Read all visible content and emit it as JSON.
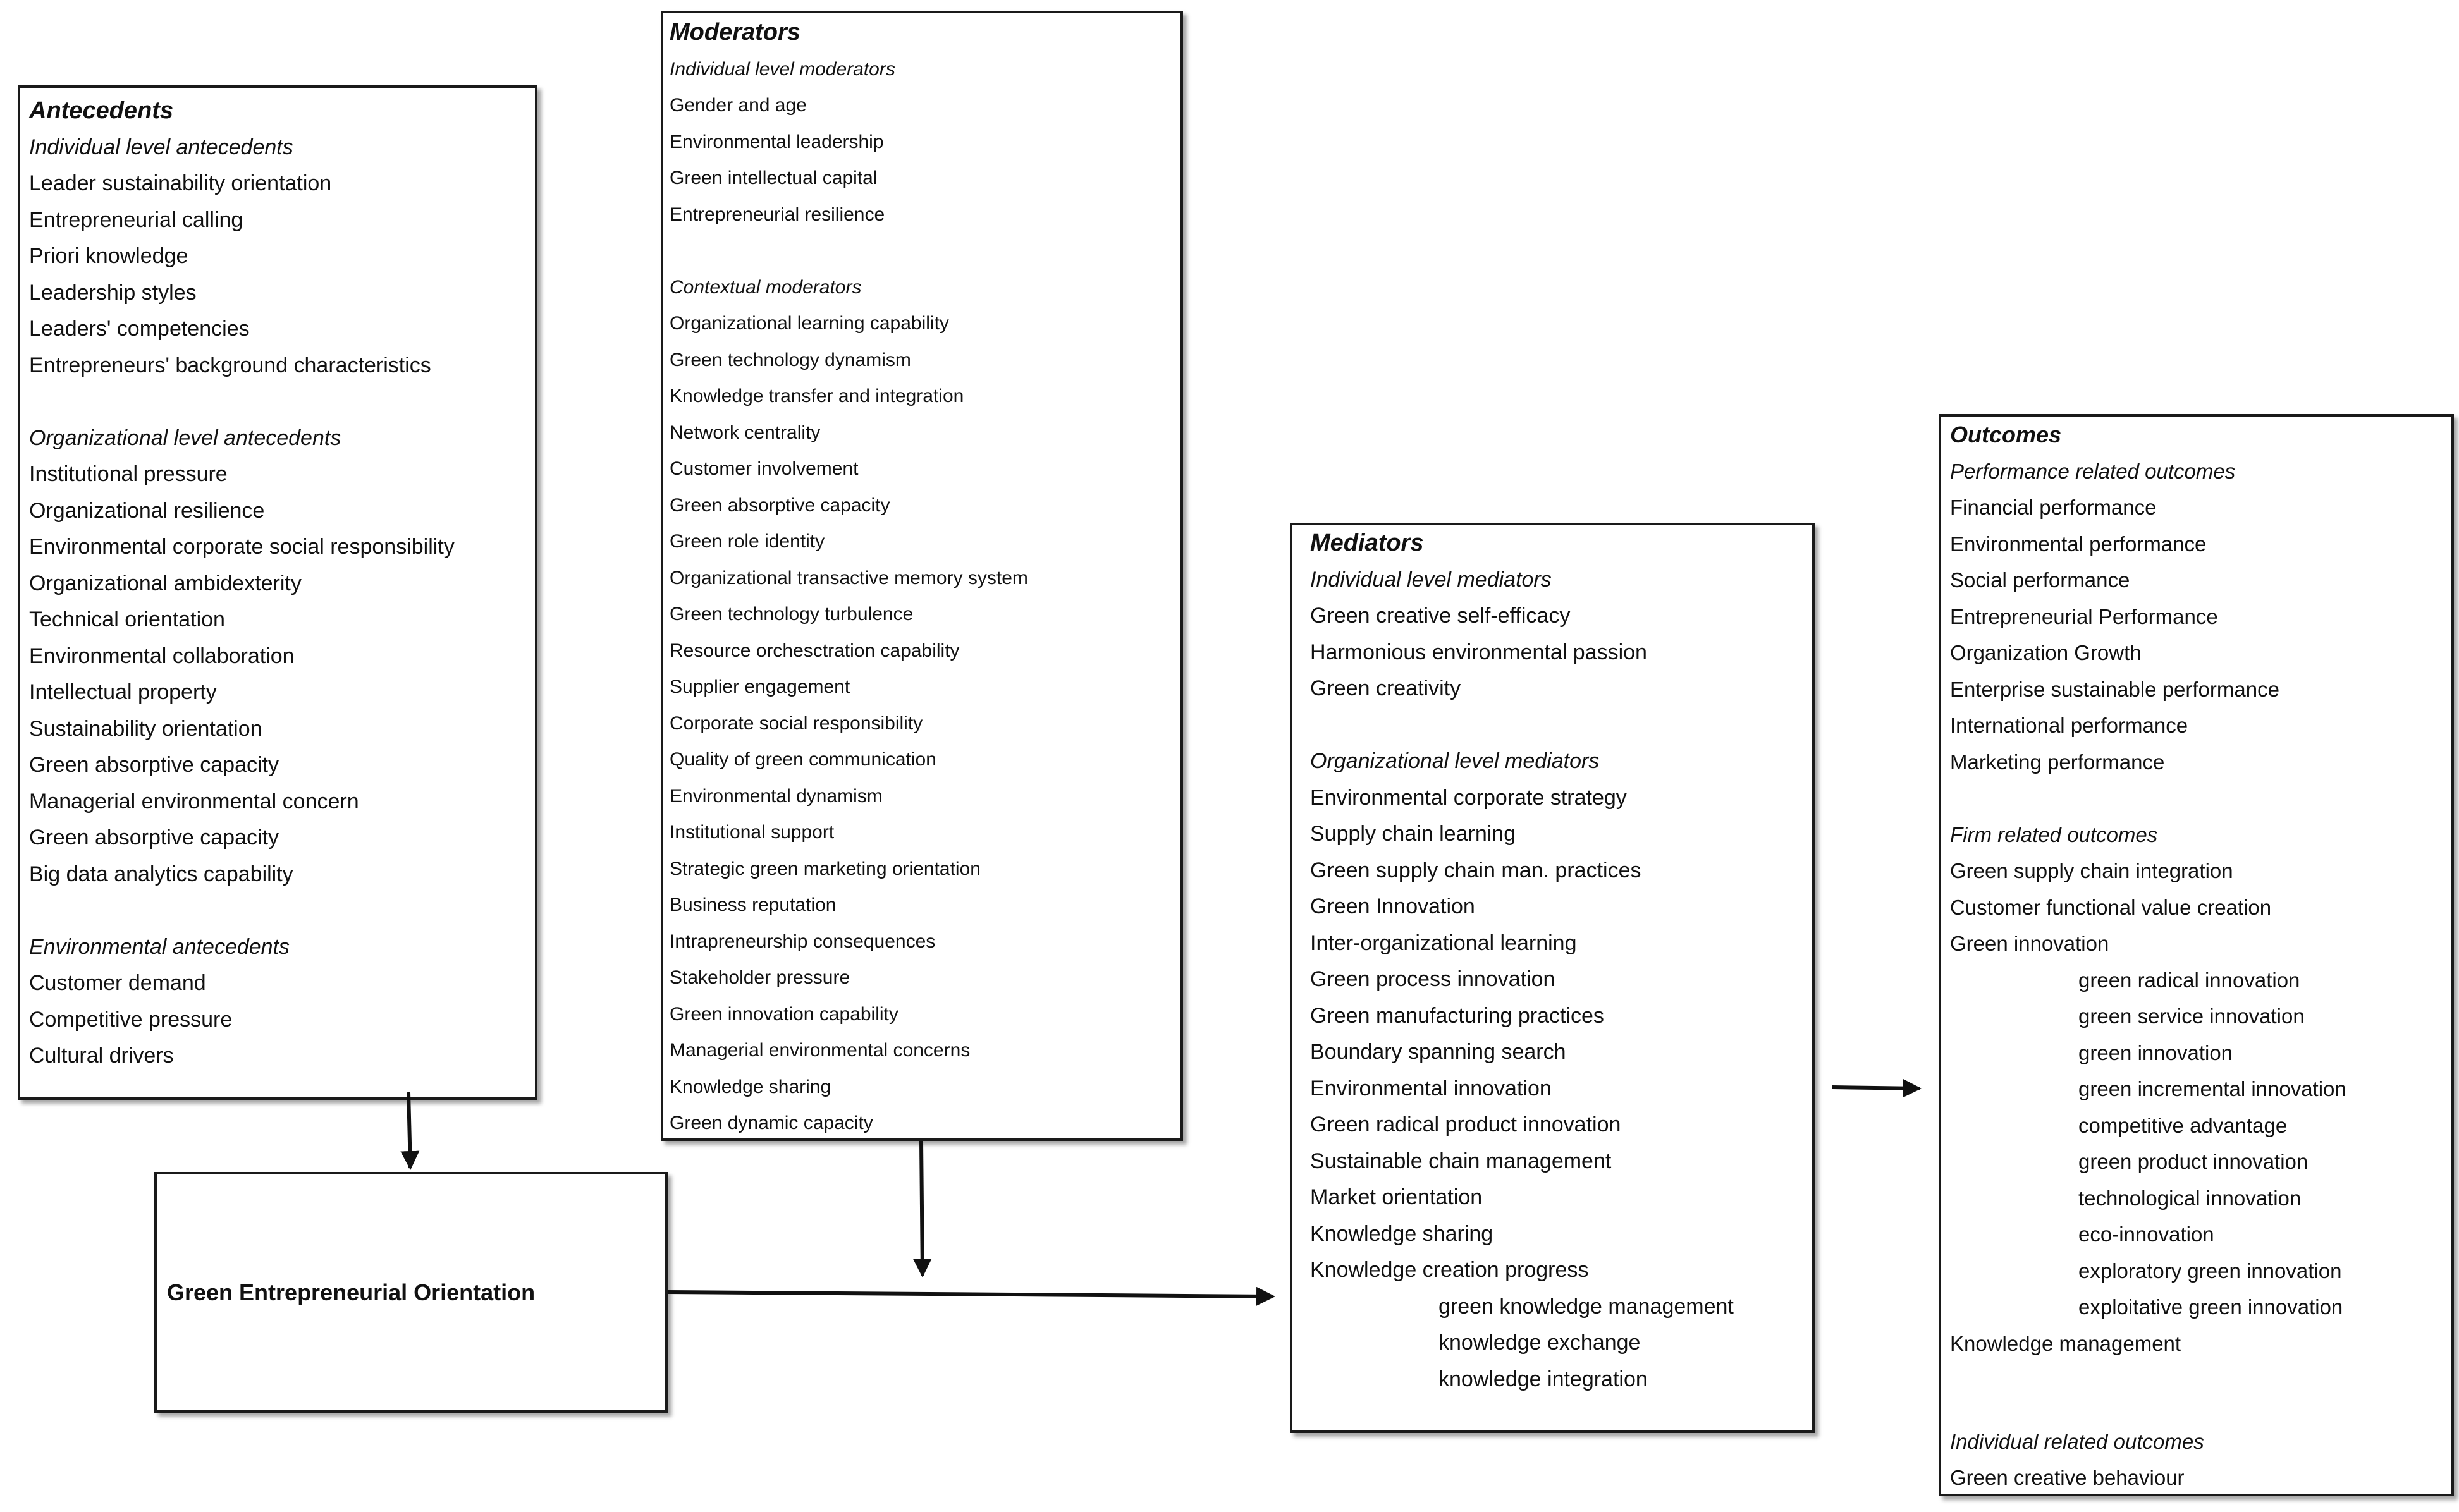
{
  "antecedents": {
    "title": "Antecedents",
    "groups": [
      {
        "label": "Individual level antecedents",
        "items": [
          "Leader sustainability orientation",
          "Entrepreneurial calling",
          "Priori knowledge",
          "Leadership styles",
          "Leaders' competencies",
          "Entrepreneurs' background characteristics"
        ]
      },
      {
        "label": "Organizational level antecedents",
        "items": [
          "Institutional pressure",
          "Organizational resilience",
          "Environmental corporate social responsibility",
          "Organizational ambidexterity",
          "Technical orientation",
          "Environmental collaboration",
          "Intellectual property",
          "Sustainability orientation",
          "Green absorptive capacity",
          "Managerial environmental concern",
          "Green absorptive capacity",
          "Big data analytics capability"
        ]
      },
      {
        "label": "Environmental antecedents",
        "items": [
          "Customer demand",
          "Competitive pressure",
          "Cultural drivers"
        ]
      }
    ]
  },
  "moderators": {
    "title": "Moderators",
    "groups": [
      {
        "label": "Individual level moderators",
        "items": [
          "Gender and age",
          "Environmental leadership",
          "Green intellectual capital",
          "Entrepreneurial resilience"
        ]
      },
      {
        "label": "Contextual moderators",
        "items": [
          "Organizational learning capability",
          "Green technology dynamism",
          "Knowledge transfer and integration",
          "Network centrality",
          "Customer involvement",
          "Green absorptive capacity",
          "Green role identity",
          "Organizational transactive memory system",
          "Green technology turbulence",
          "Resource orchesctration capability",
          "Supplier engagement",
          "Corporate social responsibility",
          "Quality of green communication",
          "Environmental dynamism",
          "Institutional support",
          "Strategic green marketing orientation",
          "Business reputation",
          "Intrapreneurship consequences",
          "Stakeholder pressure",
          "Green innovation capability",
          "Managerial environmental concerns",
          "Knowledge sharing",
          "Green dynamic capacity"
        ]
      }
    ]
  },
  "geo": {
    "label": "Green Entrepreneurial Orientation"
  },
  "mediators": {
    "title": "Mediators",
    "groups": [
      {
        "label": "Individual level mediators",
        "items": [
          "Green creative self-efficacy",
          "Harmonious environmental passion",
          "Green creativity"
        ]
      },
      {
        "label": "Organizational level mediators",
        "items": [
          "Environmental corporate strategy",
          "Supply chain learning",
          "Green supply chain man. practices",
          "Green Innovation",
          "Inter-organizational learning",
          "Green process innovation",
          "Green manufacturing practices",
          "Boundary spanning search",
          "Environmental innovation",
          "Green radical product innovation",
          "Sustainable chain management",
          "Market orientation",
          "Knowledge sharing",
          "Knowledge creation progress"
        ],
        "sub_items": [
          "green knowledge management",
          "knowledge exchange",
          "knowledge integration"
        ]
      }
    ]
  },
  "outcomes": {
    "title": "Outcomes",
    "performance": {
      "label": "Performance related outcomes",
      "items": [
        "Financial performance",
        "Environmental performance",
        "Social performance",
        "Entrepreneurial Performance",
        "Organization Growth",
        "Enterprise sustainable performance",
        "International performance",
        "Marketing performance"
      ]
    },
    "firm": {
      "label": "Firm related outcomes",
      "items": [
        "Green supply chain integration",
        "Customer functional value creation",
        "Green innovation"
      ],
      "sub_items": [
        "green radical innovation",
        "green service innovation",
        "green innovation",
        "green incremental innovation",
        "competitive advantage",
        "green product innovation",
        "technological innovation",
        "eco-innovation",
        "exploratory green innovation",
        "exploitative green innovation"
      ],
      "after": [
        "Knowledge management"
      ]
    },
    "individual": {
      "label": "Individual related outcomes",
      "items": [
        "Green creative behaviour"
      ]
    }
  }
}
